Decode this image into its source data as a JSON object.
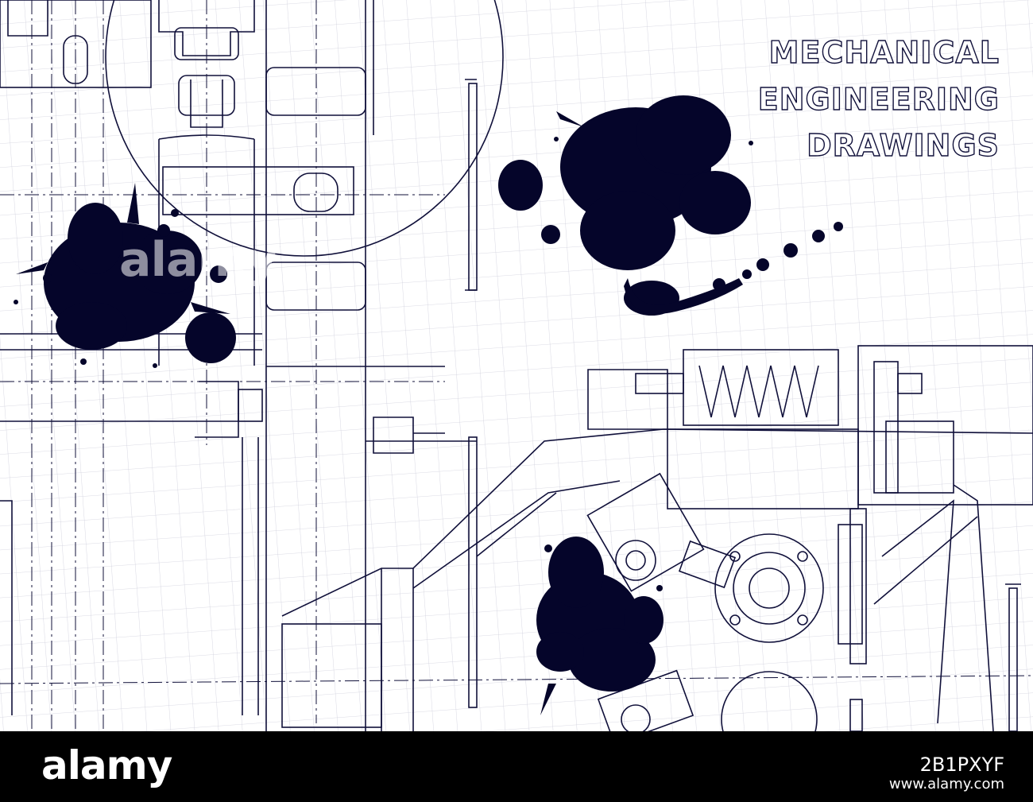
{
  "title": {
    "line1": "MECHANICAL",
    "line2": "ENGINEERING",
    "line3": "DRAWINGS"
  },
  "watermark": {
    "text": "alamy"
  },
  "footer": {
    "logo": "alamy",
    "image_id": "2B1PXYF",
    "url": "www.alamy.com"
  },
  "colors": {
    "ink": "#10103a",
    "grid": "#c8c8d6",
    "background": "#ffffff",
    "footer": "#000000"
  }
}
